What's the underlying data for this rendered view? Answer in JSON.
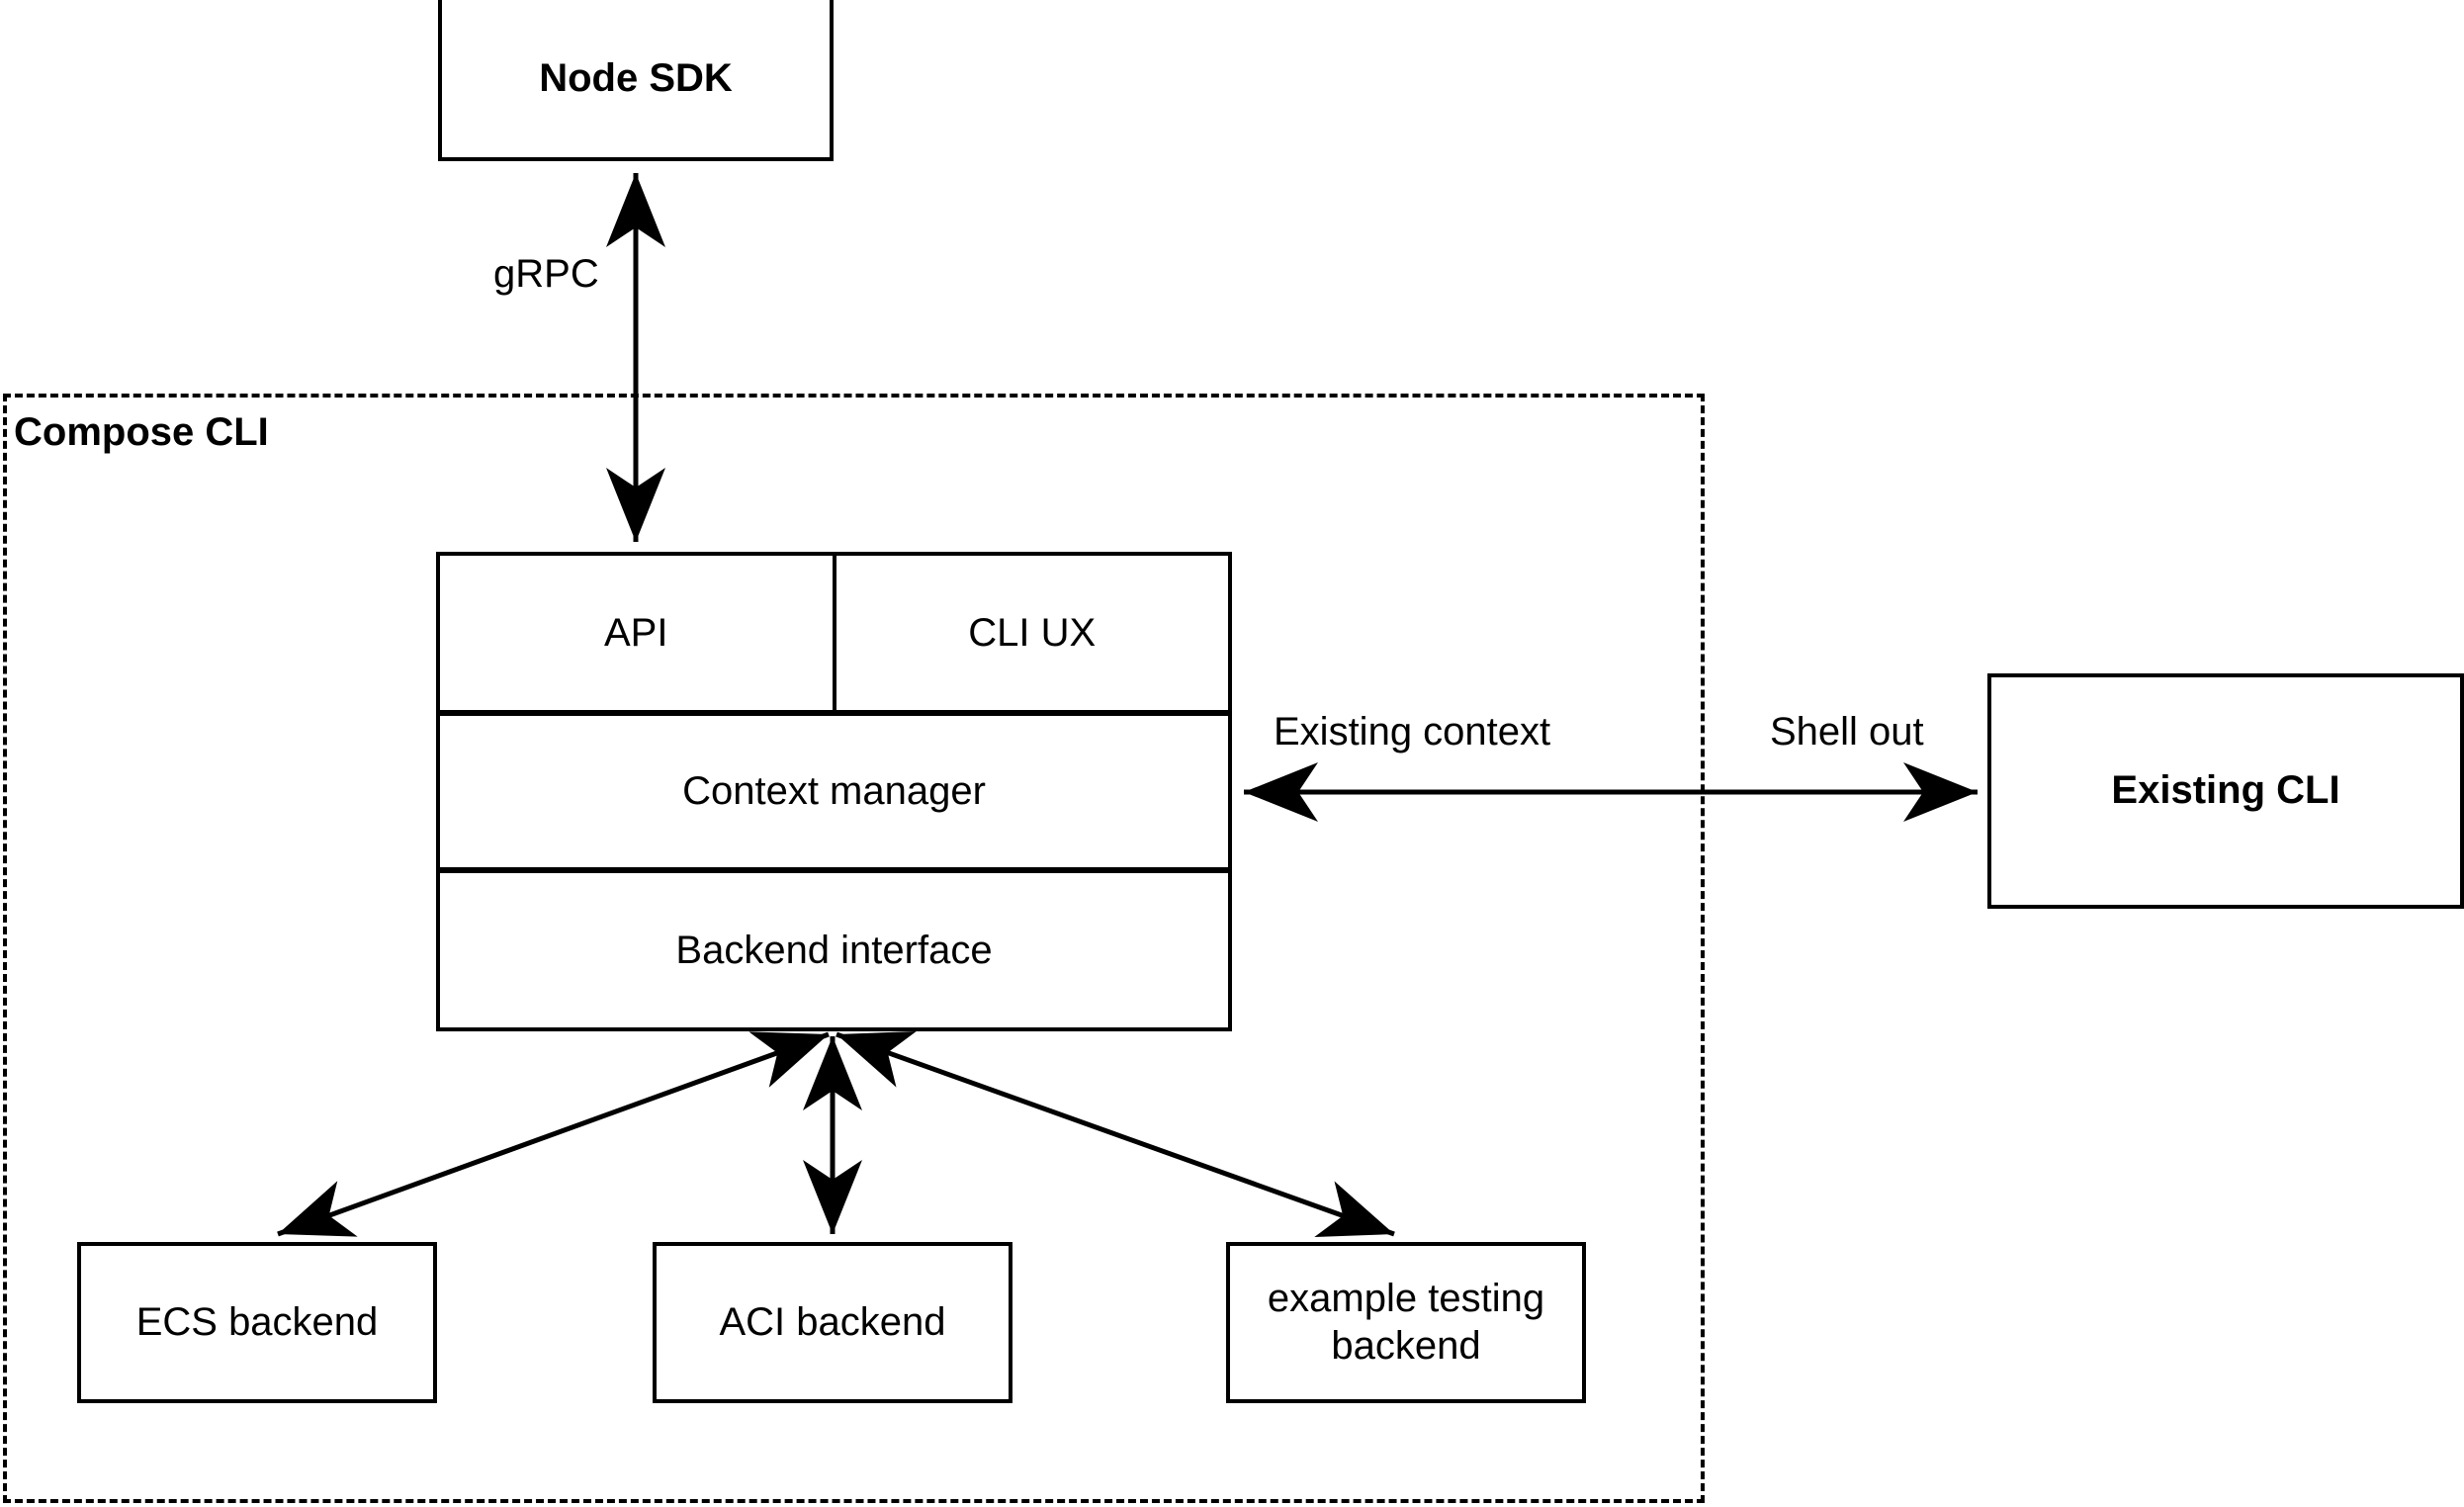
{
  "diagram": {
    "title_node": "Node SDK",
    "group": {
      "label": "Compose CLI"
    },
    "nodes": {
      "node_sdk": "Node SDK",
      "api": "API",
      "cli_ux": "CLI UX",
      "context_manager": "Context manager",
      "backend_interface": "Backend interface",
      "existing_cli": "Existing CLI",
      "ecs_backend": "ECS backend",
      "aci_backend": "ACI backend",
      "example_testing_backend_line1": "example testing",
      "example_testing_backend_line2": "backend"
    },
    "edge_labels": {
      "grpc": "gRPC",
      "existing_context": "Existing context",
      "shell_out": "Shell out"
    },
    "colors": {
      "stroke": "#000000",
      "fill": "#ffffff"
    }
  }
}
